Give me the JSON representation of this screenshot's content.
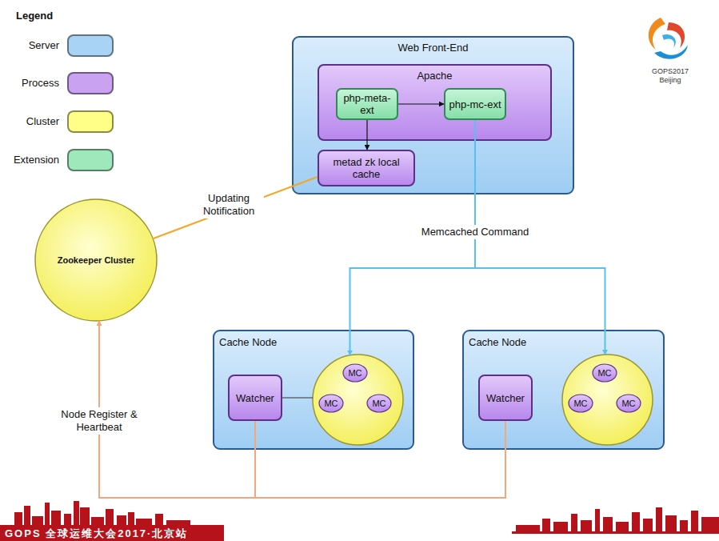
{
  "diagram": {
    "nodes": [
      {
        "text": [
          "Web Front-End"
        ]
      },
      {
        "text": [
          "Apache"
        ],
        "in": 0
      },
      {
        "text": [
          "php-meta-ext"
        ],
        "in": 1
      },
      {
        "text": [
          "php-mc-ext"
        ],
        "in": 1
      },
      {
        "text": [
          "metad zk local cache"
        ],
        "in": 0
      },
      {
        "text": [
          "Zookeeper Cluster"
        ]
      },
      {
        "text": [
          "Cache Node"
        ]
      },
      {
        "text": [
          "Watcher"
        ],
        "in": 6
      },
      {
        "text": [],
        "in": 6
      },
      {
        "text": [
          "MC"
        ],
        "in": 8
      },
      {
        "text": [
          "MC"
        ],
        "in": 8
      },
      {
        "text": [
          "MC"
        ],
        "in": 8
      },
      {
        "text": [
          "Cache Node"
        ]
      },
      {
        "text": [
          "Watcher"
        ],
        "in": 12
      },
      {
        "text": [],
        "in": 12
      },
      {
        "text": [
          "MC"
        ],
        "in": 14
      },
      {
        "text": [
          "MC"
        ],
        "in": 14
      },
      {
        "text": [
          "MC"
        ],
        "in": 14
      }
    ],
    "edges": [
      {
        "from": 2,
        "to": 3,
        "arrow": "to"
      },
      {
        "from": 2,
        "to": 4,
        "arrow": "to"
      },
      {
        "from": 5,
        "to": 4,
        "label": "Updating Notification",
        "arrow": "none"
      },
      {
        "from": 3,
        "to": 8,
        "label": "Memcached Command",
        "arrow": "to"
      },
      {
        "from": 3,
        "to": 14,
        "arrow": "to"
      },
      {
        "from": 7,
        "to": 8,
        "arrow": "none"
      },
      {
        "from": 7,
        "to": 5,
        "label": "Node Register & Heartbeat",
        "arrow": "to"
      },
      {
        "from": 13,
        "to": 5,
        "arrow": "to"
      }
    ],
    "labels": [
      "Legend",
      "GOPS2017",
      "Beijing",
      "GOPS 全球运维大会2017·北京站"
    ],
    "legend": [
      {
        "text": "Server",
        "color": "#a9d3f5"
      },
      {
        "text": "Process",
        "color": "#c9a3f2"
      },
      {
        "text": "Cluster",
        "color": "#ffff88"
      },
      {
        "text": "Extension",
        "color": "#9fe8bb"
      }
    ]
  }
}
